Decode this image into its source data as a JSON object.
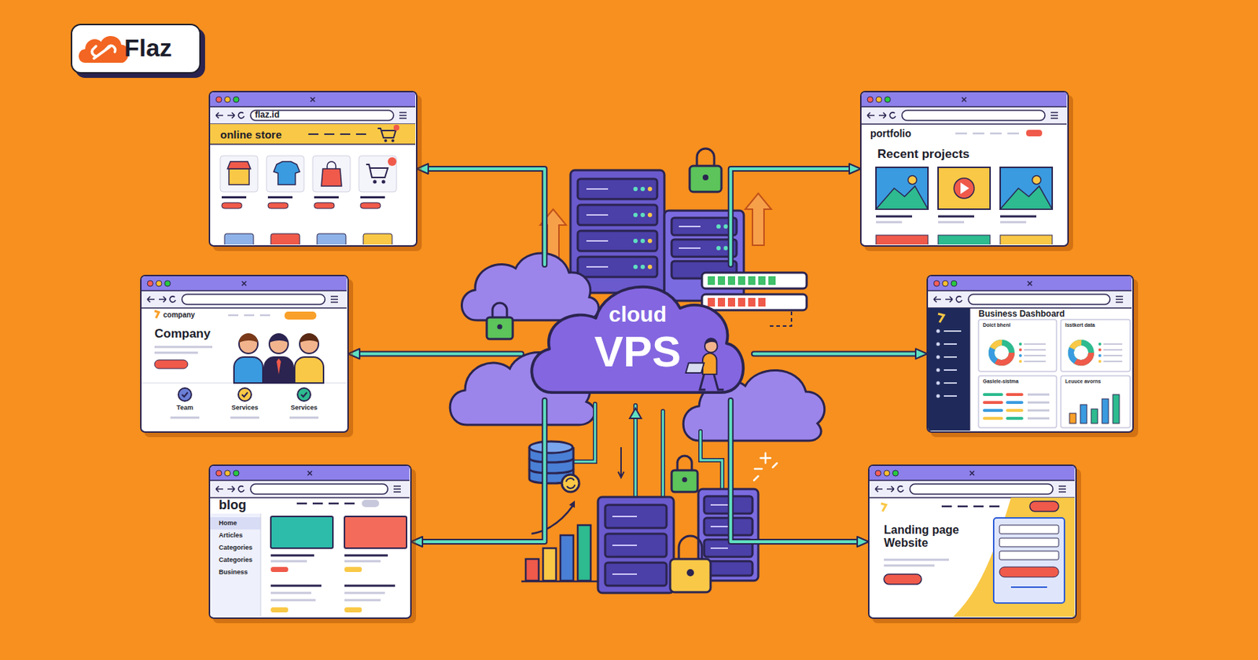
{
  "diagram": {
    "nodes": [
      {
        "text": [
          "Flaz"
        ]
      },
      {
        "text": [
          "flaz.id",
          "online store"
        ]
      },
      {
        "text": [
          "portfolio",
          "Recent projects"
        ]
      },
      {
        "text": [
          "company",
          "Company",
          "Team",
          "Services",
          "Services"
        ]
      },
      {
        "text": [
          "cloud",
          "VPS"
        ]
      },
      {
        "text": [
          "Business Dashboard",
          "Doict bhenl",
          "Isstkert data",
          "Gaslele-sistma",
          "Leuuce avorns"
        ]
      },
      {
        "text": [
          "blog",
          "Home",
          "Articles",
          "Categories",
          "Categories",
          "Business"
        ]
      },
      {
        "text": [
          "Landing page Website"
        ]
      }
    ],
    "edges": [
      {
        "from": 4,
        "to": 1,
        "arrow": "to"
      },
      {
        "from": 4,
        "to": 2,
        "arrow": "to"
      },
      {
        "from": 4,
        "to": 3,
        "arrow": "to"
      },
      {
        "from": 4,
        "to": 5,
        "arrow": "to"
      },
      {
        "from": 4,
        "to": 6,
        "arrow": "to"
      },
      {
        "from": 4,
        "to": 7,
        "arrow": "to"
      }
    ]
  }
}
